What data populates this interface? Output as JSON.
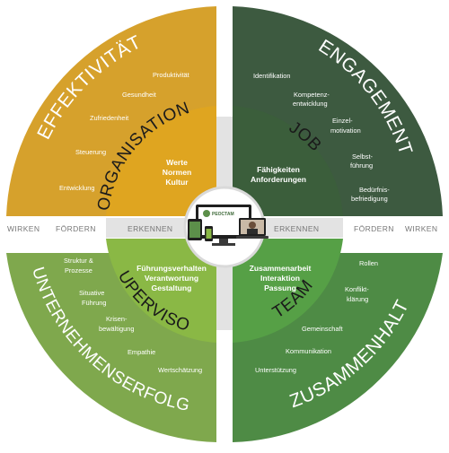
{
  "colors": {
    "effektivitaet": "#d6a12c",
    "organisation": "#dfa520",
    "engagement": "#3d5a40",
    "job": "#3b5e3b",
    "unternehmenserfolg": "#7fa84d",
    "supervisor": "#8ab845",
    "zusammenhalt": "#4e8b45",
    "team": "#56a046",
    "gap": "#e3e3e3",
    "center": "#ffffff"
  },
  "quadrants": {
    "top_left": {
      "outer_title": "EFFEKTIVITÄT",
      "mid_title": "ORGANISATION",
      "items": [
        "Produktivität",
        "Gesundheit",
        "Zufriedenheit",
        "Steuerung",
        "Entwicklung"
      ],
      "core": [
        "Werte",
        "Normen",
        "Kultur"
      ]
    },
    "top_right": {
      "outer_title": "ENGAGEMENT",
      "mid_title": "JOB",
      "items": [
        "Identifikation",
        "Kompetenz-",
        "entwicklung",
        "Einzel-",
        "motivation",
        "Selbst-",
        "führung",
        "Bedürfnis-",
        "befriedigung"
      ],
      "core": [
        "Fähigkeiten",
        "Anforderungen"
      ]
    },
    "bottom_left": {
      "outer_title": "UNTERNEHMENSERFOLG",
      "mid_title": "SUPERVISOR",
      "items": [
        "Struktur &",
        "Prozesse",
        "Situative",
        "Führung",
        "Krisen-",
        "bewältigung",
        "Empathie",
        "Wertschätzung"
      ],
      "core": [
        "Führungsverhalten",
        "Verantwortung",
        "Gestaltung"
      ]
    },
    "bottom_right": {
      "outer_title": "ZUSAMMENHALT",
      "mid_title": "TEAM",
      "items": [
        "Rollen",
        "Konflikt-",
        "klärung",
        "Gemeinschaft",
        "Kommunikation",
        "Unterstützung"
      ],
      "core": [
        "Zusammenarbeit",
        "Interaktion",
        "Passung"
      ]
    }
  },
  "gap_labels": {
    "left": [
      "WIRKEN",
      "FÖRDERN",
      "ERKENNEN"
    ],
    "right": [
      "ERKENNEN",
      "FÖRDERN",
      "WIRKEN"
    ]
  },
  "center": {
    "logo_text": "PEOCTAM"
  }
}
